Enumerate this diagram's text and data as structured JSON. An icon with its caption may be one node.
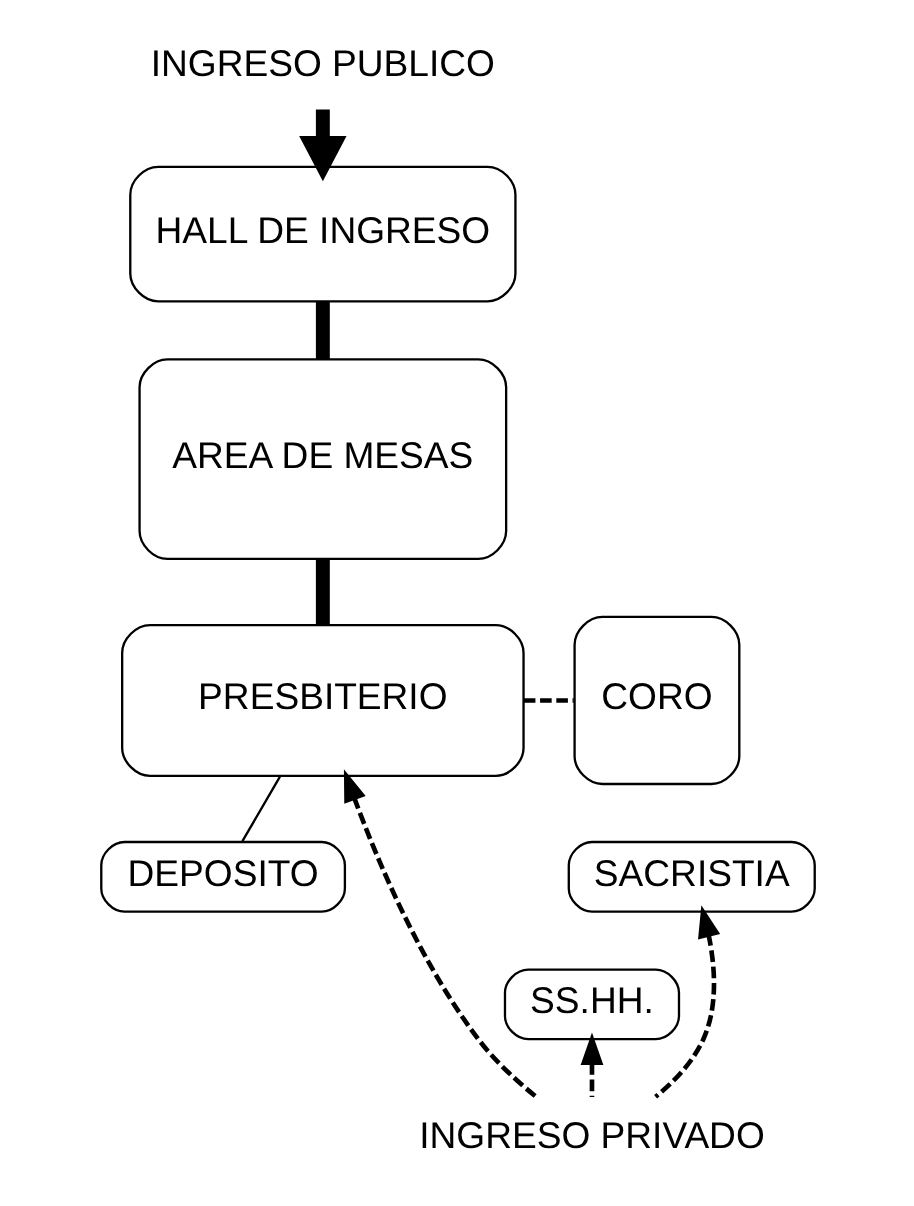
{
  "diagram": {
    "nodes": [
      {
        "text": [
          "INGRESO PUBLICO"
        ]
      },
      {
        "text": [
          "HALL DE INGRESO"
        ]
      },
      {
        "text": [
          "AREA DE MESAS"
        ]
      },
      {
        "text": [
          "PRESBITERIO"
        ]
      },
      {
        "text": [
          "CORO"
        ]
      },
      {
        "text": [
          "DEPOSITO"
        ]
      },
      {
        "text": [
          "SACRISTIA"
        ]
      },
      {
        "text": [
          "SS.HH."
        ]
      },
      {
        "text": [
          "INGRESO PRIVADO"
        ]
      }
    ],
    "edges": [
      {
        "from": 0,
        "to": 1,
        "arrow": "to",
        "style": "thick"
      },
      {
        "from": 1,
        "to": 2,
        "arrow": "none",
        "style": "thick"
      },
      {
        "from": 2,
        "to": 3,
        "arrow": "none",
        "style": "thick"
      },
      {
        "from": 3,
        "to": 5,
        "arrow": "none"
      },
      {
        "from": 3,
        "to": 4,
        "arrow": "none",
        "style": "dashed"
      },
      {
        "from": 8,
        "to": 3,
        "arrow": "to",
        "style": "dashed"
      },
      {
        "from": 8,
        "to": 6,
        "arrow": "to",
        "style": "dashed"
      },
      {
        "from": 8,
        "to": 7,
        "arrow": "to",
        "style": "dashed"
      }
    ]
  }
}
